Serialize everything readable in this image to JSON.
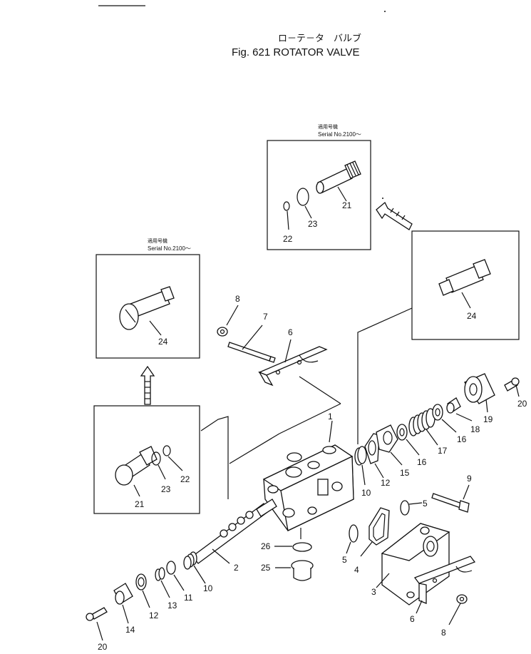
{
  "header": {
    "title_jp": "ロ－テ－タ　バルブ",
    "title_en": "Fig. 621 ROTATOR VALVE"
  },
  "insets": {
    "top_center": {
      "serial_jp": "適用号機",
      "serial_en": "Serial No.2100～",
      "labels": [
        "21",
        "22",
        "23"
      ]
    },
    "left_upper": {
      "serial_jp": "適用号機",
      "serial_en": "Serial No.2100～",
      "labels": [
        "24"
      ]
    },
    "left_lower": {
      "labels": [
        "21",
        "23",
        "22"
      ]
    },
    "right": {
      "labels": [
        "24"
      ]
    }
  },
  "callouts": [
    "1",
    "2",
    "3",
    "4",
    "5",
    "5",
    "6",
    "6",
    "7",
    "8",
    "8",
    "9",
    "10",
    "10",
    "11",
    "12",
    "12",
    "13",
    "14",
    "15",
    "16",
    "16",
    "17",
    "18",
    "19",
    "20",
    "20",
    "25",
    "26"
  ],
  "colors": {
    "line": "#111111",
    "background": "#ffffff"
  }
}
